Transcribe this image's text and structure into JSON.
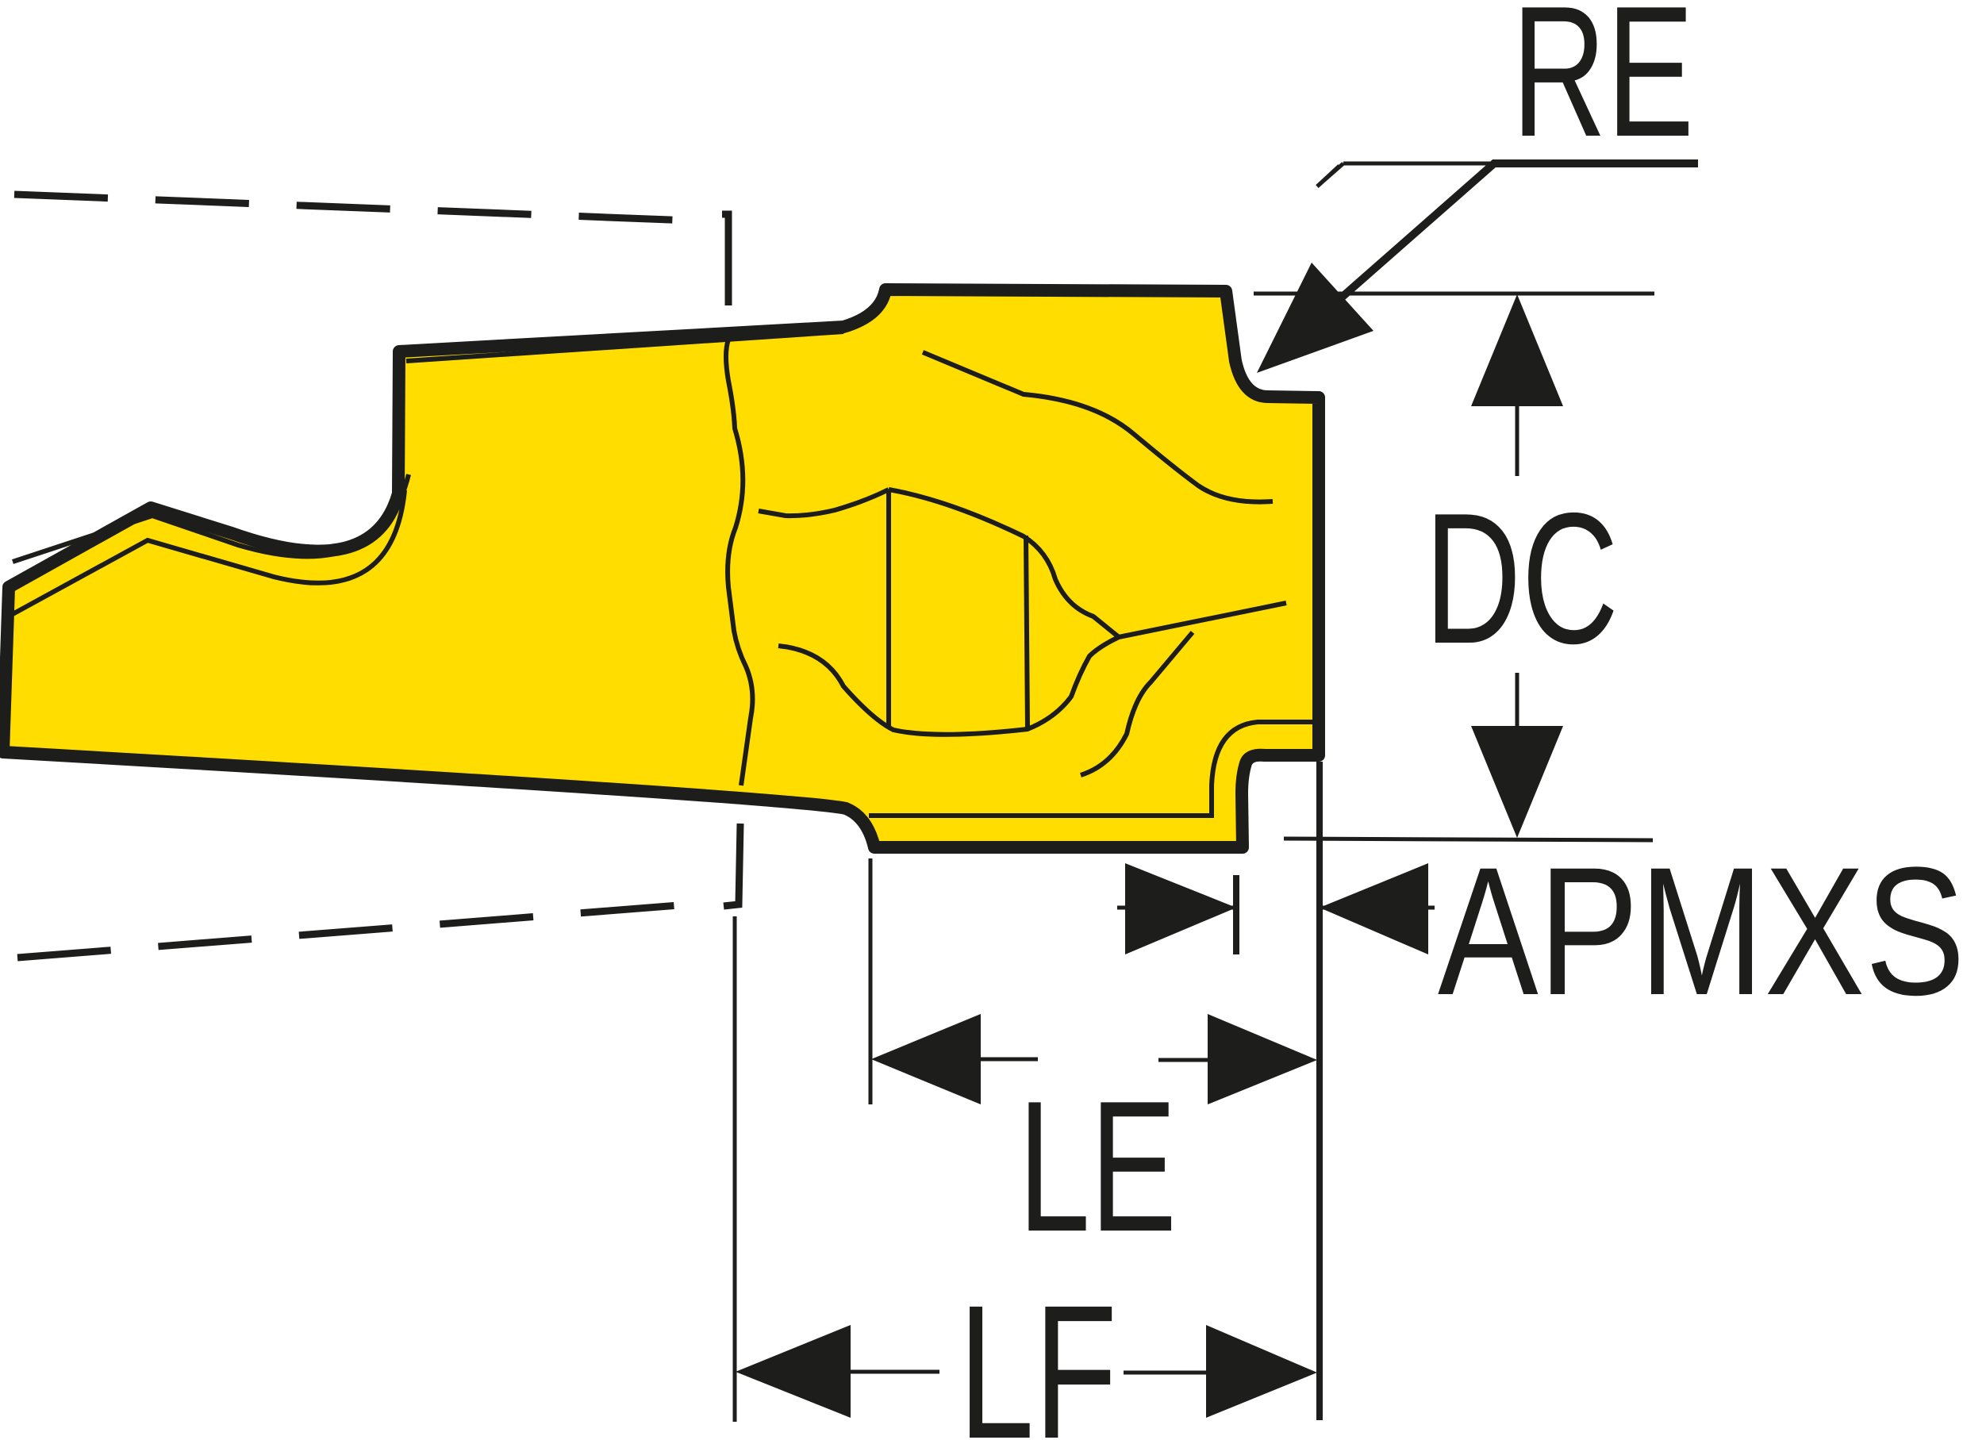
{
  "labels": {
    "re": "RE",
    "dc": "DC",
    "apmxs": "APMXS",
    "le": "LE",
    "lf": "LF"
  },
  "colors": {
    "insert_fill": "#ffdd00",
    "line": "#1d1d1b",
    "background": "#ffffff"
  }
}
